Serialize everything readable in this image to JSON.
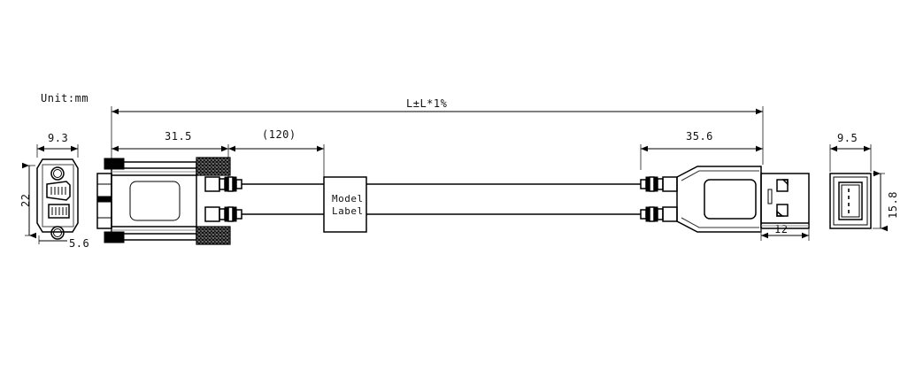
{
  "drawing": {
    "title_note": "Unit:mm",
    "center_label": {
      "line1": "Model",
      "line2": "Label"
    },
    "dimensions": {
      "overall_length": "L±L*1%",
      "left_connector_length": "31.5",
      "label_offset": "(120)",
      "right_connector_length": "35.6",
      "left_face_width": "9.3",
      "left_face_height": "22",
      "left_face_bottom": "5.6",
      "usb_shell_width": "12",
      "right_face_width": "9.5",
      "right_face_height": "15.8"
    }
  }
}
